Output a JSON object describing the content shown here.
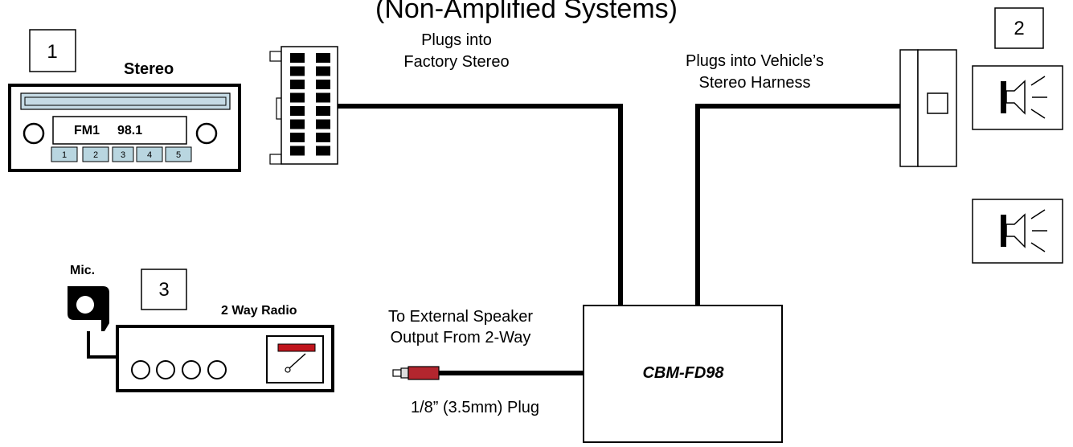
{
  "title": "(Non-Amplified Systems)",
  "callouts": {
    "one": "1",
    "two": "2",
    "three": "3"
  },
  "stereo": {
    "label": "Stereo",
    "band": "FM1",
    "frequency": "98.1",
    "presets": [
      "1",
      "2",
      "3",
      "4",
      "5"
    ]
  },
  "connectors": {
    "factory_label_line1": "Plugs into",
    "factory_label_line2": "Factory Stereo",
    "vehicle_label_line1": "Plugs into Vehicle’s",
    "vehicle_label_line2": "Stereo Harness"
  },
  "radio": {
    "label": "2 Way Radio",
    "mic_label": "Mic."
  },
  "external": {
    "line1": "To External Speaker",
    "line2": "Output From 2-Way",
    "plug_label": "1/8” (3.5mm) Plug"
  },
  "module": {
    "name": "CBM-FD98"
  },
  "colors": {
    "display_blue": "#c6dbe5",
    "preset_blue": "#b9d6e0",
    "meter_red": "#c0141c",
    "plug_red": "#b3262e"
  }
}
